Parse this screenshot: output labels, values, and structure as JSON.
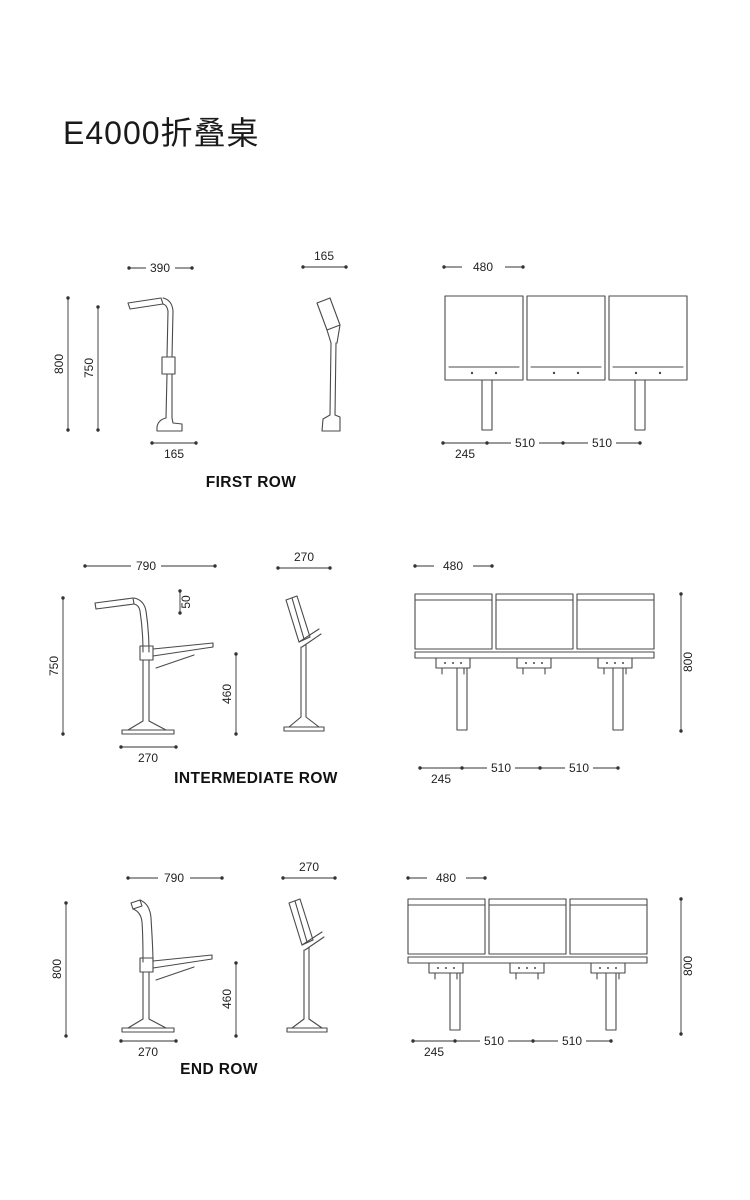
{
  "title": "E4000折叠桌",
  "rows": {
    "first": {
      "label": "FIRST ROW",
      "side_width": "390",
      "total_height": "800",
      "table_height": "750",
      "base_depth": "165",
      "back_width": "165",
      "panel_width": "480",
      "end_offset": "245",
      "pitch_a": "510",
      "pitch_b": "510"
    },
    "intermediate": {
      "label": "INTERMEDIATE ROW",
      "side_width": "790",
      "height": "750",
      "top_gap": "50",
      "desk_height": "460",
      "base_depth": "270",
      "back_width": "270",
      "panel_width": "480",
      "total_height": "800",
      "end_offset": "245",
      "pitch_a": "510",
      "pitch_b": "510"
    },
    "end": {
      "label": "END ROW",
      "side_width": "790",
      "height": "800",
      "desk_height": "460",
      "base_depth": "270",
      "back_width": "270",
      "panel_width": "480",
      "total_height": "800",
      "end_offset": "245",
      "pitch_a": "510",
      "pitch_b": "510"
    }
  }
}
